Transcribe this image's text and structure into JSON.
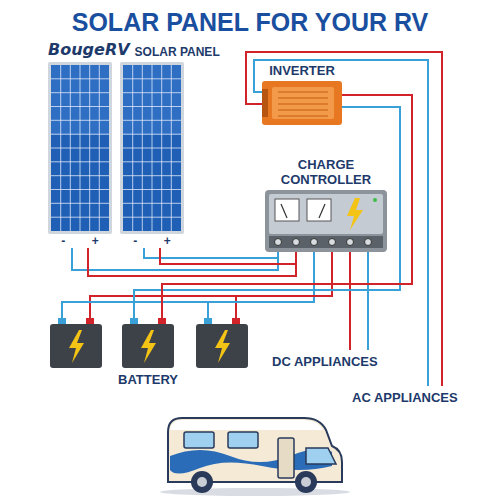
{
  "diagram": {
    "title": "SOLAR PANEL FOR YOUR RV",
    "nodes": [
      {
        "text": [
          "-",
          "+"
        ]
      },
      {
        "text": [
          "-",
          "+"
        ]
      },
      {
        "text": [
          "INVERTER"
        ]
      },
      {
        "text": [
          "CHARGE CONTROLLER"
        ]
      },
      {
        "text": [
          "BATTERY"
        ]
      }
    ],
    "edges": [
      {
        "from": 0,
        "to": 3,
        "arrow": "none"
      },
      {
        "from": 1,
        "to": 3,
        "arrow": "none"
      },
      {
        "from": 3,
        "to": 4,
        "arrow": "none"
      },
      {
        "from": 4,
        "to": 2,
        "arrow": "none"
      }
    ],
    "labels": [
      "BougeRV",
      "SOLAR PANEL",
      "DC APPLIANCES",
      "AC APPLIANCES"
    ]
  }
}
